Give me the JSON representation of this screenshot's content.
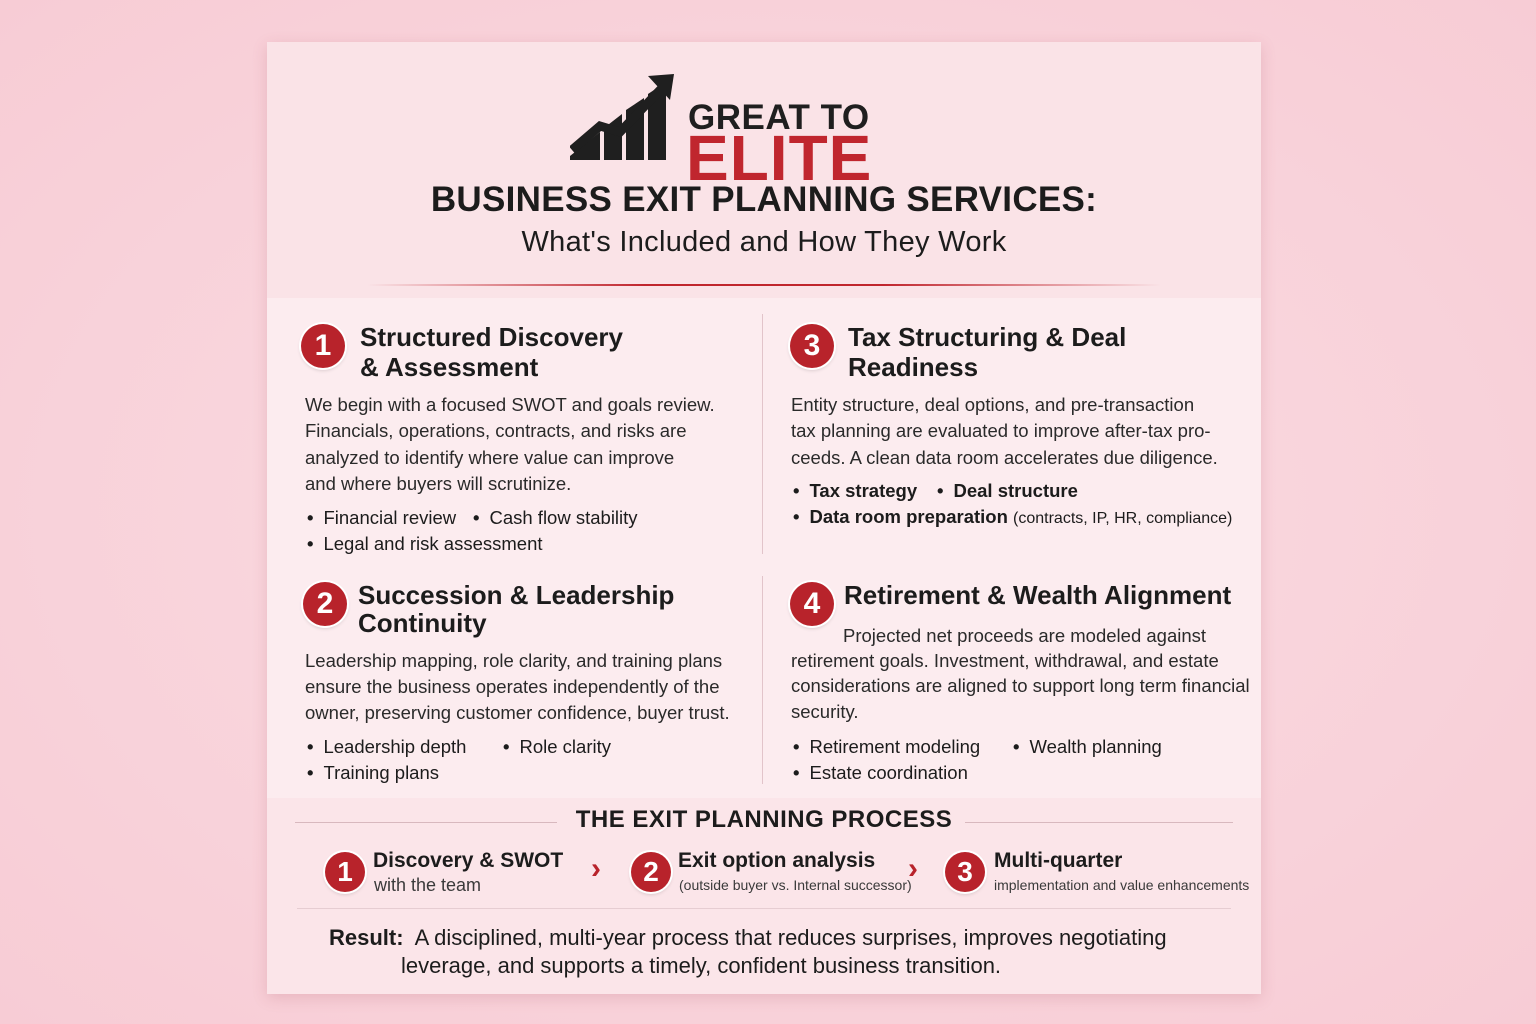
{
  "logo": {
    "line1": "GREAT TO",
    "line2": "ELITE",
    "icon": "bar-chart-arrow-icon"
  },
  "header": {
    "title": "BUSINESS EXIT PLANNING SERVICES:",
    "subtitle": "What's Included and How They Work"
  },
  "colors": {
    "accent": "#c0262e",
    "background": "#f7ccd5",
    "card": "#fbe7ea"
  },
  "sections": [
    {
      "number": "1",
      "title_line1": "Structured Discovery",
      "title_line2": "& Assessment",
      "text": [
        "We begin with a focused SWOT and goals review.",
        "Financials, operations, contracts, and risks are",
        "analyzed to identify where value can improve",
        "and where buyers will scrutinize."
      ],
      "bullets": [
        "Financial review",
        "Cash flow stability",
        "Legal and risk assessment"
      ]
    },
    {
      "number": "2",
      "title_line1": "Succession & Leadership",
      "title_line2": "Continuity",
      "text": [
        "Leadership mapping, role clarity, and training plans",
        "ensure the business operates independently of the",
        "owner, preserving customer confidence, buyer trust."
      ],
      "bullets": [
        "Leadership depth",
        "Role clarity",
        "Training plans"
      ]
    },
    {
      "number": "3",
      "title_line1": "Tax Structuring & Deal",
      "title_line2": "Readiness",
      "text": [
        "Entity structure, deal options, and pre-transaction",
        "tax planning are evaluated to improve after-tax pro-",
        "ceeds. A clean data room accelerates due diligence."
      ],
      "bullets": [
        "Tax strategy",
        "Deal structure",
        "Data room preparation"
      ],
      "bullet_note": "(contracts, IP, HR, compliance)"
    },
    {
      "number": "4",
      "title_line1": "Retirement & Wealth Alignment",
      "text": [
        "Projected net proceeds are modeled against",
        "retirement goals. Investment, withdrawal, and estate",
        "considerations are aligned to support long term financial",
        "security."
      ],
      "bullets": [
        "Retirement modeling",
        "Wealth planning",
        "Estate coordination"
      ]
    }
  ],
  "process": {
    "title": "THE EXIT PLANNING PROCESS",
    "steps": [
      {
        "number": "1",
        "title": "Discovery & SWOT",
        "sub": "with the team"
      },
      {
        "number": "2",
        "title": "Exit option analysis",
        "sub": "(outside buyer vs. Internal successor)"
      },
      {
        "number": "3",
        "title": "Multi-quarter",
        "sub": "implementation and value enhancements"
      }
    ],
    "chevron": "›"
  },
  "result": {
    "label": "Result:",
    "line1": "A disciplined, multi-year process that reduces surprises, improves negotiating",
    "line2": "leverage, and supports a timely, confident business transition."
  }
}
